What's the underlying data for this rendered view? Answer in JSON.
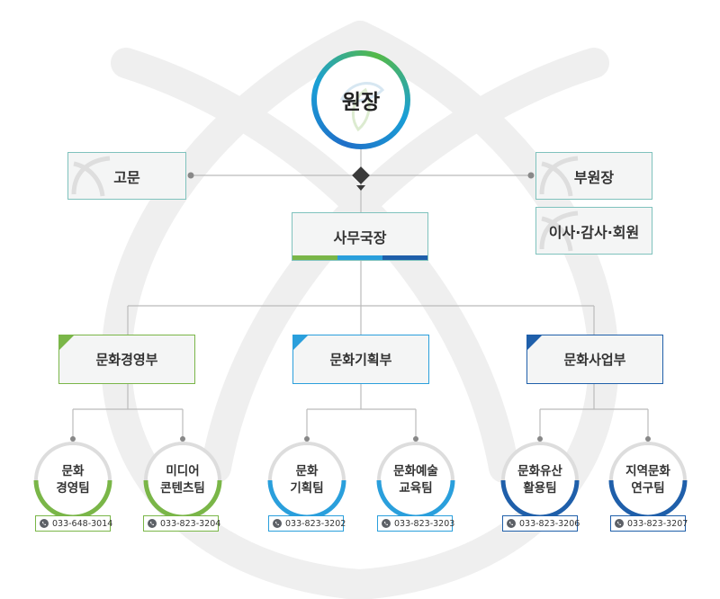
{
  "colors": {
    "green": "#7ab648",
    "light_blue": "#2a9fdc",
    "blue": "#1f5faa",
    "teal_border": "#7fc2bd",
    "line": "#bbbbbb",
    "watermark": "#efefef"
  },
  "root": {
    "label": "원장"
  },
  "advisor": {
    "label": "고문"
  },
  "vice_director": {
    "label": "부원장"
  },
  "board": {
    "label": "이사·감사·회원"
  },
  "secretary": {
    "label": "사무국장"
  },
  "departments": [
    {
      "label": "문화경영부",
      "color": "#7ab648",
      "teams": [
        {
          "line1": "문화",
          "line2": "경영팀",
          "phone": "033-648-3014"
        },
        {
          "line1": "미디어",
          "line2": "콘텐츠팀",
          "phone": "033-823-3204"
        }
      ]
    },
    {
      "label": "문화기획부",
      "color": "#2a9fdc",
      "teams": [
        {
          "line1": "문화",
          "line2": "기획팀",
          "phone": "033-823-3202"
        },
        {
          "line1": "문화예술",
          "line2": "교육팀",
          "phone": "033-823-3203"
        }
      ]
    },
    {
      "label": "문화사업부",
      "color": "#1f5faa",
      "teams": [
        {
          "line1": "문화유산",
          "line2": "활용팀",
          "phone": "033-823-3206"
        },
        {
          "line1": "지역문화",
          "line2": "연구팀",
          "phone": "033-823-3207"
        }
      ]
    }
  ]
}
